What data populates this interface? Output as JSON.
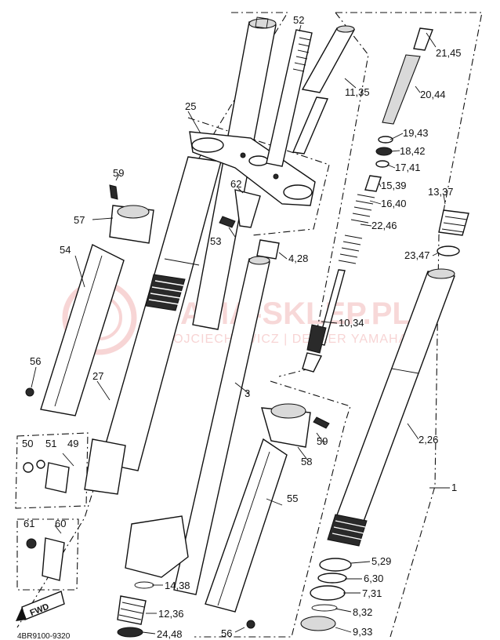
{
  "diagram": {
    "callouts": {
      "c52": "52",
      "c21_45": "21,45",
      "c11_35": "11,35",
      "c20_44": "20,44",
      "c25": "25",
      "c19_43": "19,43",
      "c18_42": "18,42",
      "c17_41": "17,41",
      "c59a": "59",
      "c15_39": "15,39",
      "c13_37": "13,37",
      "c62": "62",
      "c16_40": "16,40",
      "c57": "57",
      "c22_46": "22,46",
      "c53": "53",
      "c23_47": "23,47",
      "c4_28": "4,28",
      "c54": "54",
      "c10_34": "10,34",
      "c56a": "56",
      "c27": "27",
      "c3": "3",
      "c59b": "59",
      "c2_26": "2,26",
      "c50": "50",
      "c51": "51",
      "c49": "49",
      "c58": "58",
      "c1": "1",
      "c55": "55",
      "c61": "61",
      "c60": "60",
      "c5_29": "5,29",
      "c6_30": "6,30",
      "c14_38": "14,38",
      "c7_31": "7,31",
      "c12_36": "12,36",
      "c8_32": "8,32",
      "c56b": "56",
      "c24_48": "24,48",
      "c9_33": "9,33",
      "fwd": "FWD",
      "footer_code": "4BR9100-9320"
    },
    "watermark": {
      "brand": "AMA-SKLEP.PL",
      "dealer": "WOJCIECHOWICZ | DEALER YAMAHA"
    }
  }
}
